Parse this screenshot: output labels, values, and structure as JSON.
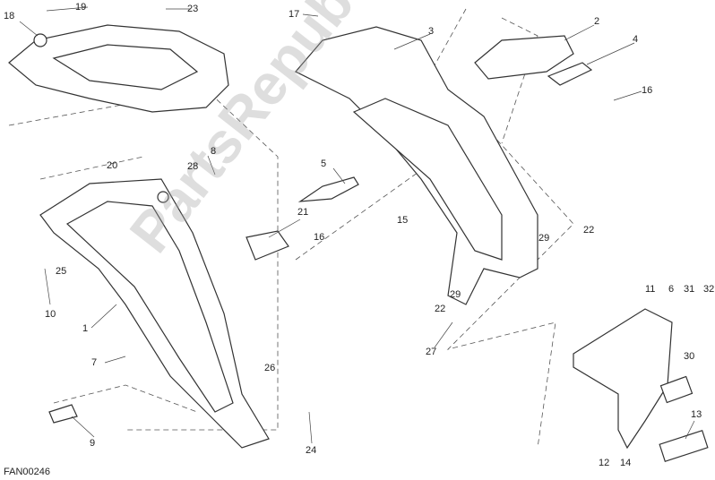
{
  "diagram_code": "FAN00246",
  "watermark": "PartsRepublik",
  "callouts": [
    "19",
    "23",
    "18",
    "17",
    "3",
    "2",
    "4",
    "16",
    "20",
    "8",
    "28",
    "5",
    "21",
    "15",
    "16",
    "29",
    "22",
    "25",
    "10",
    "1",
    "29",
    "22",
    "27",
    "11",
    "6",
    "31",
    "32",
    "7",
    "30",
    "26",
    "9",
    "24",
    "13",
    "12",
    "14"
  ]
}
